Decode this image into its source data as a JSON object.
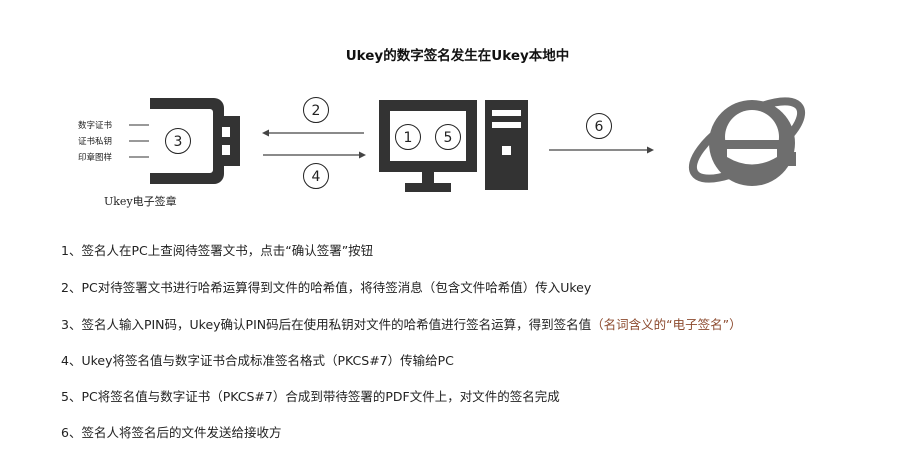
{
  "title": "Ukey的数字签名发生在Ukey本地中",
  "ukey": {
    "caption": "Ukey电子签章",
    "contents": [
      "数字证书",
      "证书私钥",
      "印章图样"
    ],
    "step_marker": "3"
  },
  "pc": {
    "step_markers": [
      "1",
      "5"
    ]
  },
  "arrows": {
    "to_ukey": "2",
    "to_pc": "4",
    "to_receiver": "6"
  },
  "receiver": {
    "icon": "ie-browser-icon"
  },
  "steps": [
    {
      "text": "1、签名人在PC上查阅待签署文书，点击“确认签署”按钮",
      "note": ""
    },
    {
      "text": "2、PC对待签署文书进行哈希运算得到文件的哈希值，将待签消息（包含文件哈希值）传入Ukey",
      "note": ""
    },
    {
      "text": "3、签名人输入PIN码，Ukey确认PIN码后在使用私钥对文件的哈希值进行签名运算，得到签名值",
      "note": "（名词含义的“电子签名”）"
    },
    {
      "text": "4、Ukey将签名值与数字证书合成标准签名格式（PKCS#7）传输给PC",
      "note": ""
    },
    {
      "text": "5、PC将签名值与数字证书（PKCS#7）合成到带待签署的PDF文件上，对文件的签名完成",
      "note": ""
    },
    {
      "text": "6、签名人将签名后的文件发送给接收方",
      "note": ""
    }
  ],
  "colors": {
    "icon_gray": "#333333",
    "ie_gray": "#6e6e6e",
    "arrow": "#444444",
    "highlight": "#8c4a2e"
  }
}
